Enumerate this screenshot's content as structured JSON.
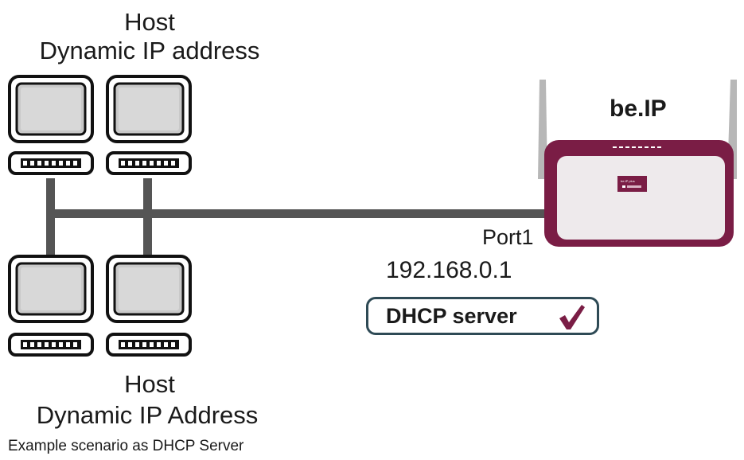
{
  "hosts_top": {
    "title": "Host",
    "subtitle": "Dynamic IP address"
  },
  "hosts_bottom": {
    "title": "Host",
    "subtitle": "Dynamic IP Address"
  },
  "router": {
    "name": "be.IP",
    "badge_text": "be.IP plus",
    "brand_color": "#7a1d45",
    "port": "Port1",
    "ip": "192.168.0.1"
  },
  "dhcp": {
    "label": "DHCP server",
    "enabled_icon": "checkmark-icon"
  },
  "caption": "Example scenario as DHCP Server",
  "colors": {
    "cable": "#555555",
    "monitor_frame": "#111111",
    "screen": "#c9c9c9",
    "check": "#7a1d45"
  }
}
